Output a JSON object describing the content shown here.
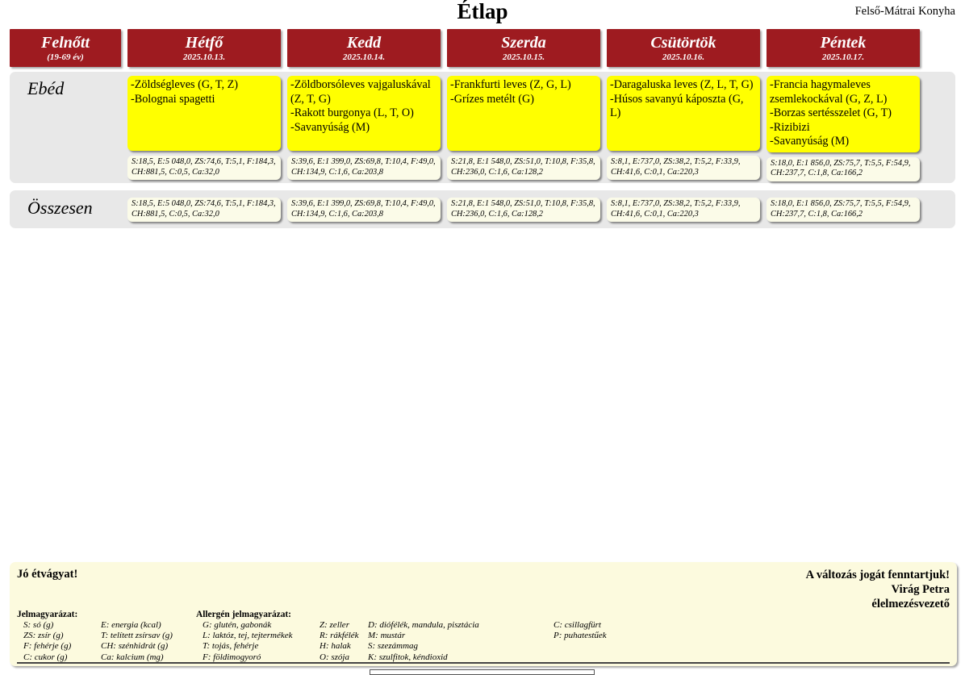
{
  "header": {
    "title": "Étlap",
    "kitchen": "Felső-Mátrai Konyha"
  },
  "columns": [
    {
      "name": "Felnőtt",
      "sub": "(19-69 év)"
    },
    {
      "name": "Hétfő",
      "sub": "2025.10.13."
    },
    {
      "name": "Kedd",
      "sub": "2025.10.14."
    },
    {
      "name": "Szerda",
      "sub": "2025.10.15."
    },
    {
      "name": "Csütörtök",
      "sub": "2025.10.16."
    },
    {
      "name": "Péntek",
      "sub": "2025.10.17."
    }
  ],
  "meal": {
    "label": "Ebéd",
    "days": [
      {
        "day": "Hétfő",
        "dishes": [
          "-Zöldségleves (G, T, Z)",
          "-Bolognai spagetti"
        ],
        "nutrition": "S:18,5, E:5 048,0, ZS:74,6, T:5,1, F:184,3, CH:881,5, C:0,5, Ca:32,0"
      },
      {
        "day": "Kedd",
        "dishes": [
          "-Zöldborsóleves vajgaluskával (Z, T, G)",
          "-Rakott burgonya  (L, T, O)",
          "-Savanyúság (M)"
        ],
        "nutrition": "S:39,6, E:1 399,0, ZS:69,8, T:10,4, F:49,0, CH:134,9, C:1,6, Ca:203,8"
      },
      {
        "day": "Szerda",
        "dishes": [
          "-Frankfurti leves (Z, G, L)",
          "-Grízes metélt  (G)"
        ],
        "nutrition": "S:21,8, E:1 548,0, ZS:51,0, T:10,8, F:35,8, CH:236,0, C:1,6, Ca:128,2"
      },
      {
        "day": "Csütörtök",
        "dishes": [
          "-Daragaluska leves (Z, L, T, G)",
          "-Húsos savanyú káposzta (G, L)"
        ],
        "nutrition": "S:8,1, E:737,0, ZS:38,2, T:5,2, F:33,9, CH:41,6, C:0,1, Ca:220,3"
      },
      {
        "day": "Péntek",
        "dishes": [
          "-Francia hagymaleves zsemlekockával (G, Z, L)",
          "-Borzas sertésszelet  (G, T)",
          "-Rizibizi",
          "-Savanyúság (M)"
        ],
        "nutrition": "S:18,0, E:1 856,0, ZS:75,7, T:5,5, F:54,9, CH:237,7, C:1,8, Ca:166,2"
      }
    ]
  },
  "total": {
    "label": "Összesen",
    "values": [
      "S:18,5, E:5 048,0, ZS:74,6, T:5,1, F:184,3, CH:881,5, C:0,5, Ca:32,0",
      "S:39,6, E:1 399,0, ZS:69,8, T:10,4, F:49,0, CH:134,9, C:1,6, Ca:203,8",
      "S:21,8, E:1 548,0, ZS:51,0, T:10,8, F:35,8, CH:236,0, C:1,6, Ca:128,2",
      "S:8,1, E:737,0, ZS:38,2, T:5,2, F:33,9, CH:41,6, C:0,1, Ca:220,3",
      "S:18,0, E:1 856,0, ZS:75,7, T:5,5, F:54,9, CH:237,7, C:1,8, Ca:166,2"
    ]
  },
  "footer": {
    "bon_appetit": "Jó étvágyat!",
    "disclaimer": "A változás jogát fenntartjuk!",
    "signer_name": "Virág Petra",
    "signer_title": "élelmezésvezető",
    "nutrition_legend_heading": "Jelmagyarázat:",
    "nutrition_legend_col1": [
      "S: só (g)",
      "ZS: zsír (g)",
      "F: fehérje (g)",
      "C: cukor (g)"
    ],
    "nutrition_legend_col2": [
      "E: energia (kcal)",
      "T: telített zsírsav (g)",
      "CH: szénhidrát (g)",
      "Ca: kalcium (mg)"
    ],
    "allergen_legend_heading": "Allergén jelmagyarázat:",
    "allergen_legend_col1": [
      "G: glutén, gabonák",
      "L: laktóz, tej, tejtermékek",
      "T: tojás, fehérje",
      "F: földimogyoró"
    ],
    "allergen_legend_col2": [
      "Z: zeller",
      "R: rákfélék",
      "H: halak",
      "O: szója"
    ],
    "allergen_legend_col3": [
      "D: diófélék, mandula, pisztácia",
      "M: mustár",
      "S: szezámmag",
      "K: szulfitok, kéndioxid"
    ],
    "allergen_legend_col4": [
      "C: csillagfürt",
      "P: puhatestűek"
    ]
  },
  "colors": {
    "header_red": "#9e1b20",
    "dish_yellow": "#ffff00",
    "nutrition_cream": "#fbfbe8",
    "block_gray": "#e8e8e8",
    "footer_cream": "#fcfade"
  }
}
